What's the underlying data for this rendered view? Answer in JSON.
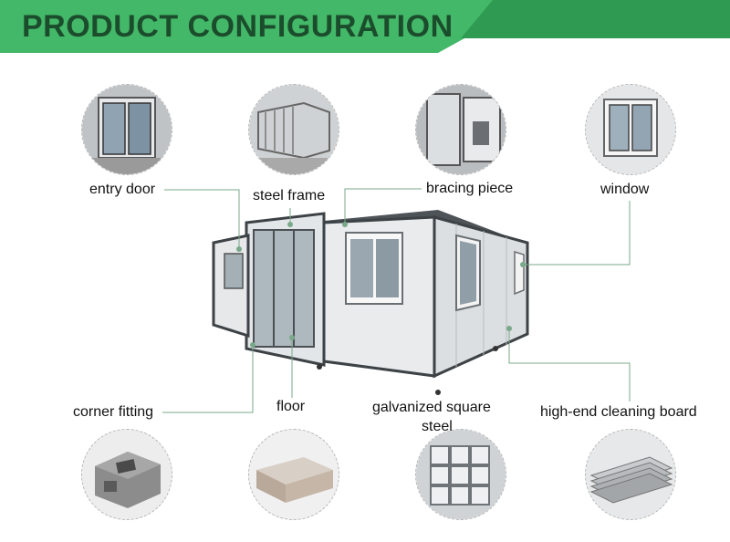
{
  "title": "PRODUCT CONFIGURATION",
  "colors": {
    "banner_light": "#43b868",
    "banner_dark": "#2e9a52",
    "title": "#1b4d2c",
    "leader": "#7aa88a"
  },
  "features": {
    "entry_door": "entry door",
    "steel_frame": "steel frame",
    "bracing_piece": "bracing piece",
    "window": "window",
    "corner_fitting": "corner fitting",
    "floor": "floor",
    "galvanized_line1": "galvanized square",
    "galvanized_line2": "steel",
    "cleaning_board": "high-end cleaning board"
  }
}
